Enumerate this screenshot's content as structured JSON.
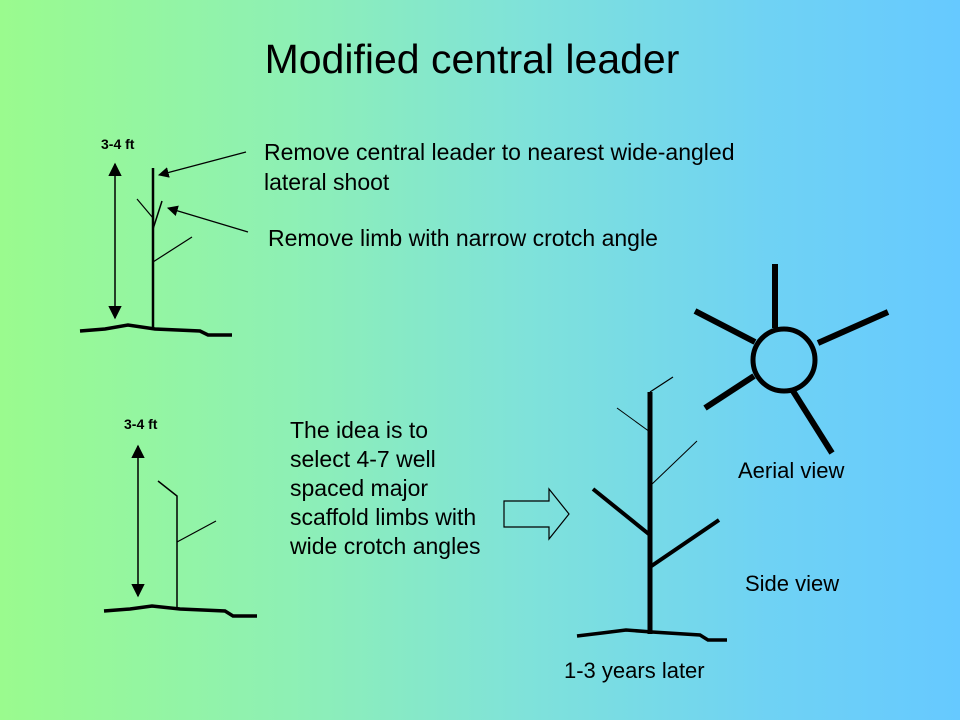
{
  "title": "Modified central leader",
  "top_diagram": {
    "height_label": "3-4 ft",
    "note_1_line_1": "Remove central leader to nearest wide-angled",
    "note_1_line_2": "lateral shoot",
    "note_2": "Remove limb with narrow crotch angle"
  },
  "bottom_diagram": {
    "height_label": "3-4 ft",
    "idea_lines": [
      "The idea is to",
      "select 4-7 well",
      "spaced major",
      "scaffold limbs with",
      "wide crotch angles"
    ]
  },
  "mature_tree": {
    "aerial_label": "Aerial view",
    "side_label": "Side view",
    "later_label": "1-3 years later"
  }
}
